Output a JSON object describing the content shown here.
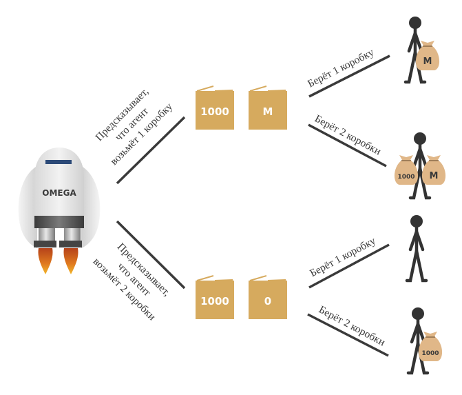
{
  "robot": {
    "label": "OMEGA"
  },
  "predictions": {
    "one_box": {
      "lines": [
        "Предсказывает,",
        "что агент",
        "возьмёт 1 коробку"
      ]
    },
    "two_box": {
      "lines": [
        "Предсказывает,",
        "что агент",
        "возьмёт 2 коробки"
      ]
    }
  },
  "scenarios": {
    "top": {
      "box_a": "1000",
      "box_b": "M"
    },
    "bottom": {
      "box_a": "1000",
      "box_b": "0"
    }
  },
  "choices": {
    "top_one": {
      "label": "Берёт 1 коробку",
      "bags": [
        "M"
      ]
    },
    "top_two": {
      "label": "Берёт 2 коробки",
      "bags": [
        "1000",
        "M"
      ]
    },
    "bottom_one": {
      "label": "Берёт 1 коробку",
      "bags": []
    },
    "bottom_two": {
      "label": "Берёт 2 коробки",
      "bags": [
        "1000"
      ]
    }
  },
  "colors": {
    "box": "#d6aa5e",
    "bag": "#e0b788",
    "line": "#3a3a3a",
    "figure": "#333333",
    "robot_body": "#e6e6e6",
    "visor": "#2c4a78"
  }
}
